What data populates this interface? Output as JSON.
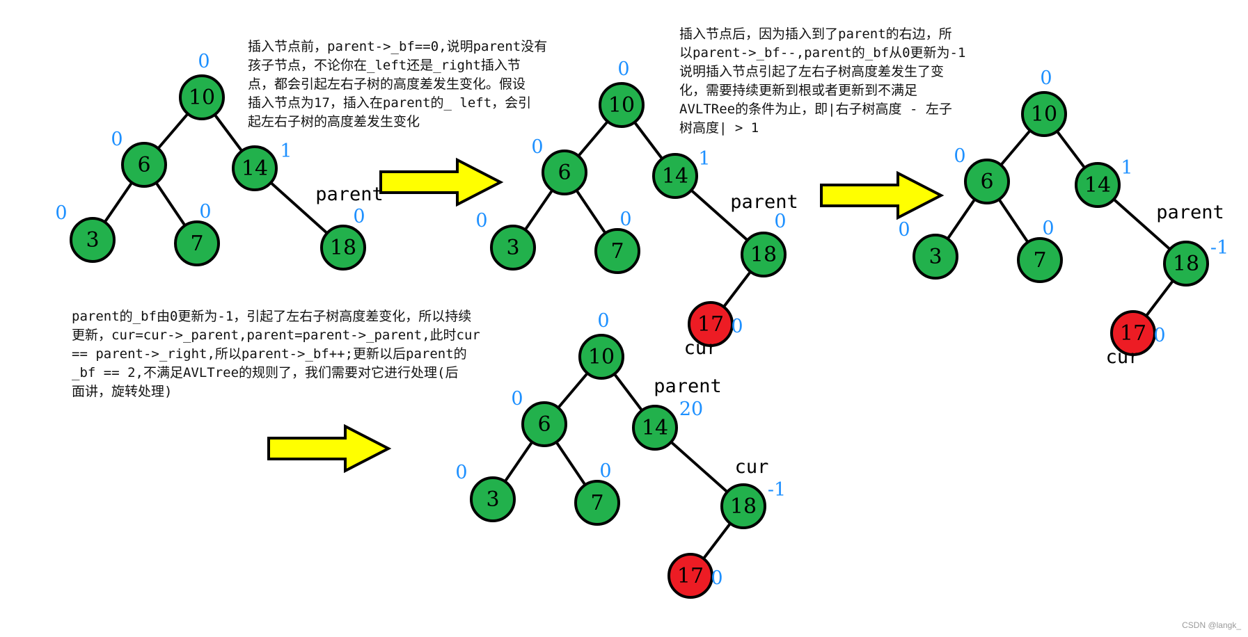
{
  "colors": {
    "node_normal": "#22b14c",
    "node_new": "#ed1c24",
    "edge": "#000000",
    "bf_text": "#1e90ff",
    "label_text": "#000000",
    "arrow_fill": "#ffff00"
  },
  "notes": {
    "note1": "插入节点前，parent->_bf==0,说明parent没有\n孩子节点，不论你在_left还是_right插入节\n点，都会引起左右子树的高度差发生变化。假设\n插入节点为17，插入在parent的_ left，会引\n起左右子树的高度差发生变化",
    "note2": "插入节点后，因为插入到了parent的右边，所\n以parent->_bf--,parent的_bf从0更新为-1\n说明插入节点引起了左右子树高度差发生了变\n化，需要持续更新到根或者更新到不满足\nAVLTRee的条件为止，即|右子树高度 - 左子\n树高度| > 1",
    "note3": "parent的_bf由0更新为-1，引起了左右子树高度差变化，所以持续\n更新，cur=cur->_parent,parent=parent->_parent,此时cur\n== parent->_right,所以parent->_bf++;更新以后parent的\n_bf == 2,不满足AVLTree的规则了，我们需要对它进行处理(后\n面讲，旋转处理)"
  },
  "trees": [
    {
      "id": "tree1",
      "nodes": [
        {
          "key": "10",
          "bf": "0",
          "color": "node_normal"
        },
        {
          "key": "6",
          "bf": "0",
          "color": "node_normal"
        },
        {
          "key": "14",
          "bf": "1",
          "color": "node_normal"
        },
        {
          "key": "3",
          "bf": "0",
          "color": "node_normal"
        },
        {
          "key": "7",
          "bf": "0",
          "color": "node_normal"
        },
        {
          "key": "18",
          "bf": "0",
          "color": "node_normal",
          "tag": "parent"
        }
      ]
    },
    {
      "id": "tree2",
      "nodes": [
        {
          "key": "10",
          "bf": "0",
          "color": "node_normal"
        },
        {
          "key": "6",
          "bf": "0",
          "color": "node_normal"
        },
        {
          "key": "14",
          "bf": "1",
          "color": "node_normal"
        },
        {
          "key": "3",
          "bf": "0",
          "color": "node_normal"
        },
        {
          "key": "7",
          "bf": "0",
          "color": "node_normal"
        },
        {
          "key": "18",
          "bf": "0",
          "color": "node_normal",
          "tag": "parent"
        },
        {
          "key": "17",
          "bf": "0",
          "color": "node_new",
          "tag": "cur"
        }
      ]
    },
    {
      "id": "tree3",
      "nodes": [
        {
          "key": "10",
          "bf": "0",
          "color": "node_normal"
        },
        {
          "key": "6",
          "bf": "0",
          "color": "node_normal"
        },
        {
          "key": "14",
          "bf": "1",
          "color": "node_normal"
        },
        {
          "key": "3",
          "bf": "0",
          "color": "node_normal"
        },
        {
          "key": "7",
          "bf": "0",
          "color": "node_normal"
        },
        {
          "key": "18",
          "bf": "-1",
          "color": "node_normal",
          "tag": "parent"
        },
        {
          "key": "17",
          "bf": "0",
          "color": "node_new",
          "tag": "cur"
        }
      ]
    },
    {
      "id": "tree4",
      "nodes": [
        {
          "key": "10",
          "bf": "0",
          "color": "node_normal"
        },
        {
          "key": "6",
          "bf": "0",
          "color": "node_normal"
        },
        {
          "key": "14",
          "bf": "20",
          "color": "node_normal",
          "tag": "parent"
        },
        {
          "key": "3",
          "bf": "0",
          "color": "node_normal"
        },
        {
          "key": "7",
          "bf": "0",
          "color": "node_normal"
        },
        {
          "key": "18",
          "bf": "-1",
          "color": "node_normal",
          "tag": "cur"
        },
        {
          "key": "17",
          "bf": "0",
          "color": "node_new"
        }
      ]
    }
  ],
  "watermark": "CSDN @langk_"
}
